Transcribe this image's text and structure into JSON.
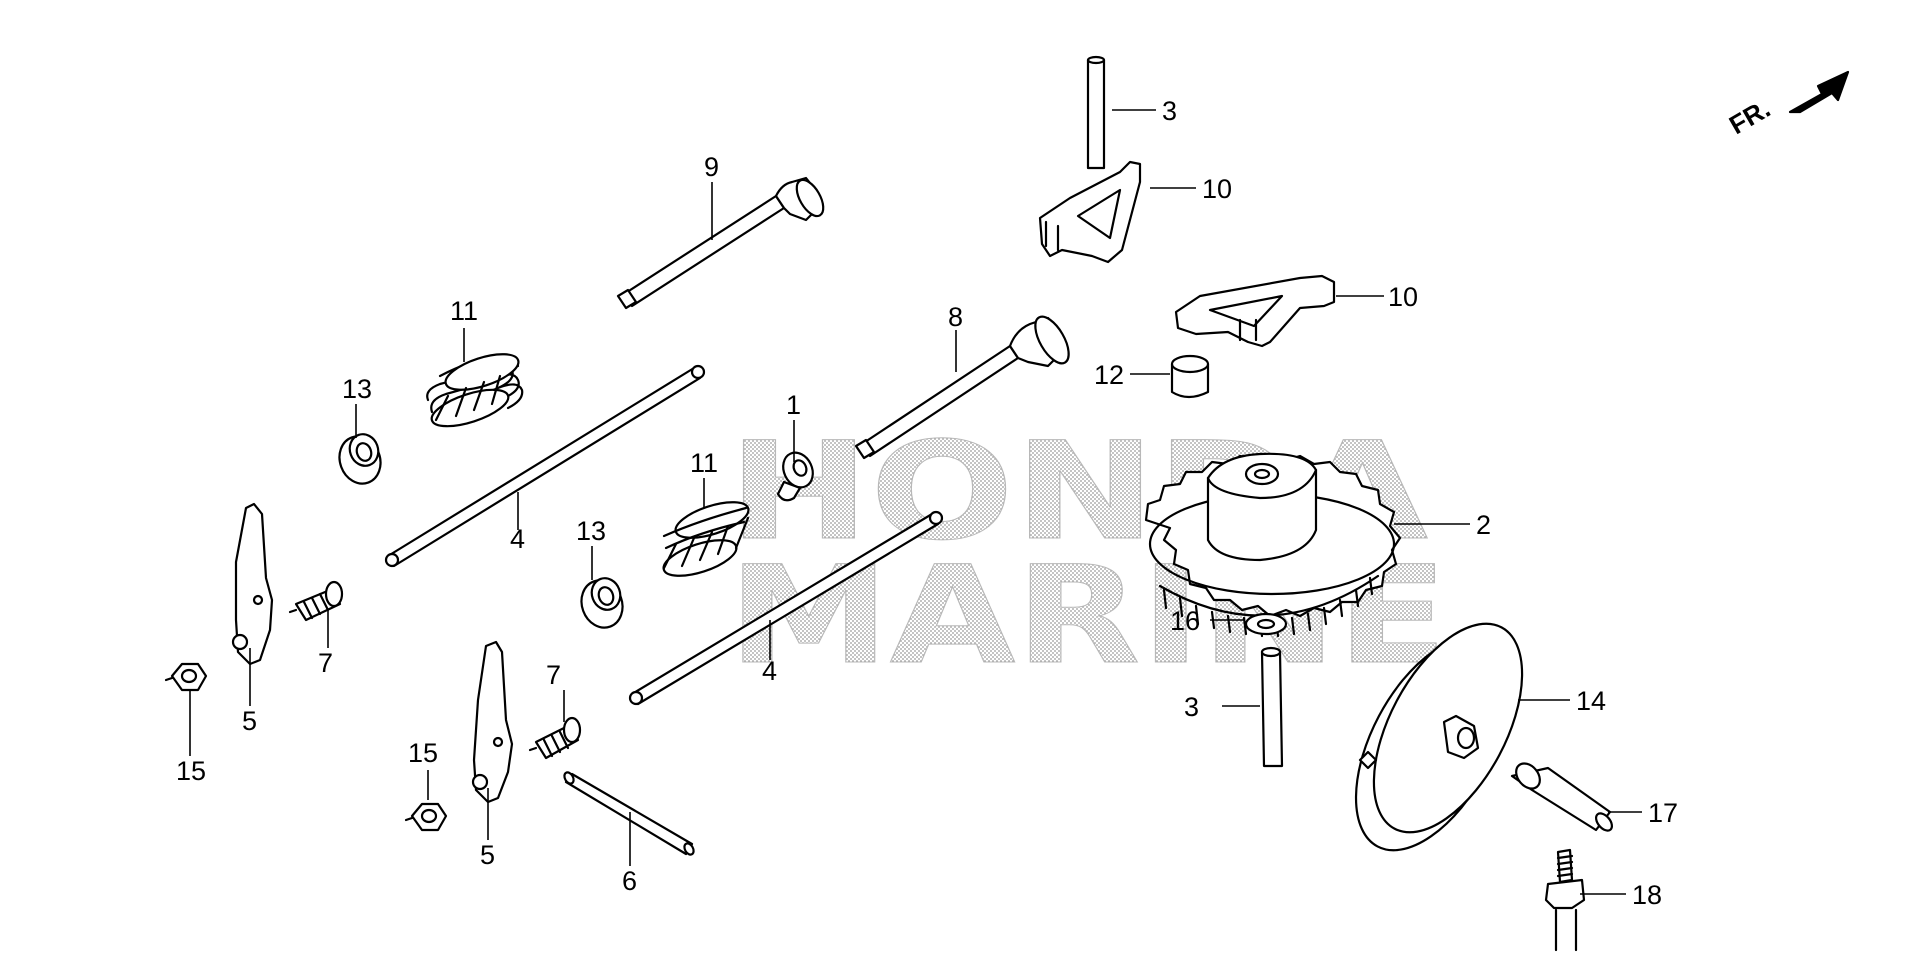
{
  "watermark": {
    "line1": "HONDA",
    "line2": "MARINE"
  },
  "direction_indicator": {
    "label": "FR."
  },
  "callouts": [
    {
      "id": "c1",
      "label": "1"
    },
    {
      "id": "c2",
      "label": "2"
    },
    {
      "id": "c3a",
      "label": "3"
    },
    {
      "id": "c3b",
      "label": "3"
    },
    {
      "id": "c4a",
      "label": "4"
    },
    {
      "id": "c4b",
      "label": "4"
    },
    {
      "id": "c5a",
      "label": "5"
    },
    {
      "id": "c5b",
      "label": "5"
    },
    {
      "id": "c6",
      "label": "6"
    },
    {
      "id": "c7a",
      "label": "7"
    },
    {
      "id": "c7b",
      "label": "7"
    },
    {
      "id": "c8",
      "label": "8"
    },
    {
      "id": "c9",
      "label": "9"
    },
    {
      "id": "c10a",
      "label": "10"
    },
    {
      "id": "c10b",
      "label": "10"
    },
    {
      "id": "c11a",
      "label": "11"
    },
    {
      "id": "c11b",
      "label": "11"
    },
    {
      "id": "c12",
      "label": "12"
    },
    {
      "id": "c13a",
      "label": "13"
    },
    {
      "id": "c13b",
      "label": "13"
    },
    {
      "id": "c14",
      "label": "14"
    },
    {
      "id": "c15a",
      "label": "15"
    },
    {
      "id": "c15b",
      "label": "15"
    },
    {
      "id": "c16",
      "label": "16"
    },
    {
      "id": "c17",
      "label": "17"
    },
    {
      "id": "c18",
      "label": "18"
    }
  ]
}
